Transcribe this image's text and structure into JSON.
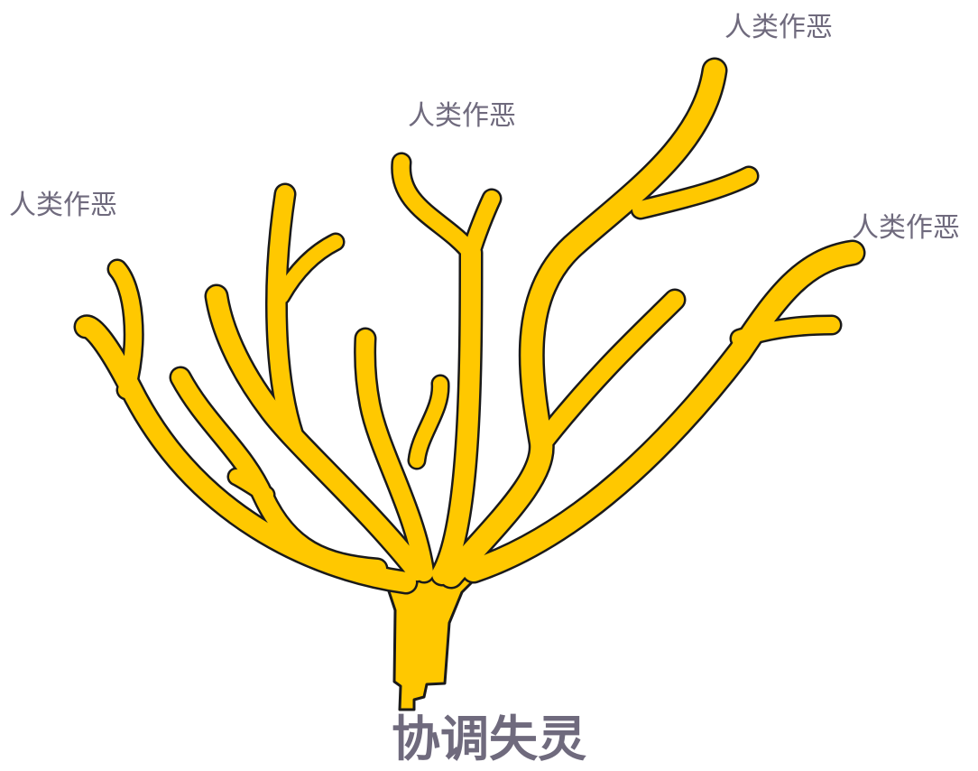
{
  "labels": [
    "人类作恶",
    "人类作恶",
    "人类作恶",
    "人类作恶"
  ],
  "title": "协调失灵",
  "colors": {
    "branch_fill": "#FFC800",
    "branch_outline": "#1A1A1A",
    "label_text": "#6F6A7D",
    "title_text": "#6F6A7D"
  }
}
